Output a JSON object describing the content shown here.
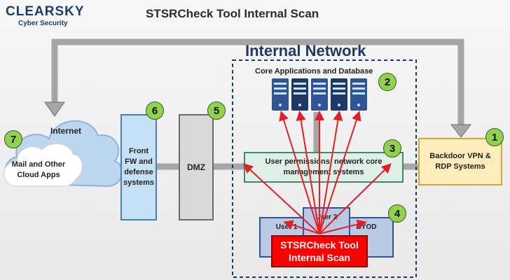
{
  "logo": {
    "brand": "CLEARSKY",
    "tagline": "Cyber Security"
  },
  "title": "STSRCheck Tool Internal Scan",
  "internal_network": {
    "title": "Internal Network"
  },
  "core": {
    "title": "Core Applications and Database",
    "badge": "2"
  },
  "internet": {
    "label": "Internet",
    "apps_line1": "Mail and Other",
    "apps_line2": "Cloud Apps",
    "badge": "7"
  },
  "firewall": {
    "line1": "Front",
    "line2": "FW and",
    "line3": "defense",
    "line4": "systems",
    "badge": "6"
  },
  "dmz": {
    "label": "DMZ",
    "badge": "5"
  },
  "permissions": {
    "line1": "User permissions, network core",
    "line2": "management systems",
    "badge": "3"
  },
  "vpn": {
    "line1": "Backdoor VPN  &",
    "line2": "RDP Systems",
    "badge": "1"
  },
  "users": {
    "user1": "User 1",
    "user2": "User 2",
    "byod": "BYOD",
    "badge": "4"
  },
  "scan": {
    "line1": "STSRCheck Tool",
    "line2": "Internal Scan"
  },
  "colors": {
    "arrow_red": "#e31e24",
    "connector": "#a6a6a6",
    "server": "#2f5597",
    "badge_green": "#92d050",
    "scan_red": "#ff0000"
  }
}
